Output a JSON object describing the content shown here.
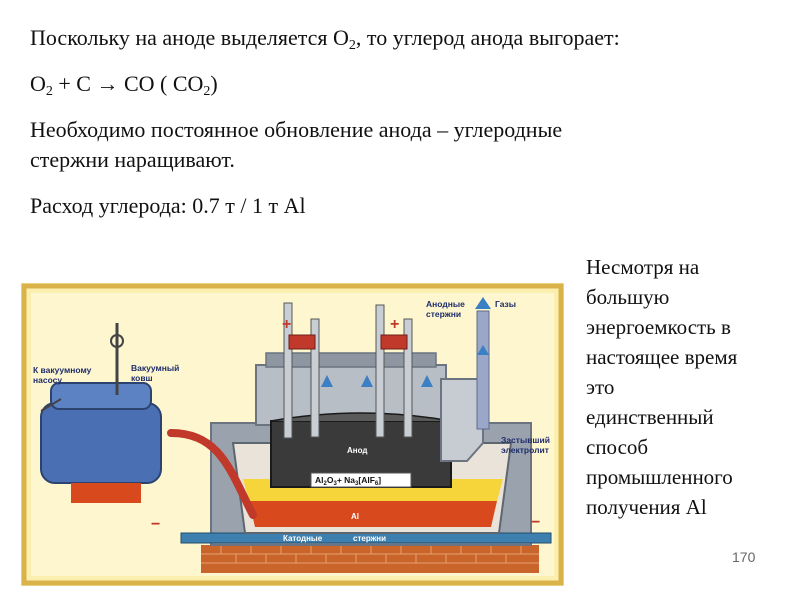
{
  "text": {
    "line1": {
      "a": "Поскольку на аноде выделяется O",
      "sub": "2",
      "b": ", то углерод анода выгорает:"
    },
    "line2": {
      "a": "O",
      "sub1": "2",
      "b": " + C → CO ( CO",
      "sub2": "2",
      "c": ")"
    },
    "line3": "Необходимо постоянное обновление анода – углеродные",
    "line4": "стержни наращивают.",
    "line5": "Расход углерода: 0.7 т / 1 т Al"
  },
  "side_text": [
    "Несмотря на",
    "большую",
    "энергоемкость в",
    "настоящее время",
    "это",
    "единственный",
    "способ",
    "промышленного",
    "получения Al"
  ],
  "page_number": "170",
  "figure": {
    "labels": {
      "vacuum_pump_1": "К вакуумному",
      "vacuum_pump_2": "насосу",
      "vacuum_ladle_1": "Вакуумный",
      "vacuum_ladle_2": "ковш",
      "anode_rods_1": "Анодные",
      "anode_rods_2": "стержни",
      "gases": "Газы",
      "frozen_electrolyte_1": "Застывший",
      "frozen_electrolyte_2": "электролит",
      "anode": "Анод",
      "electrolyte_a": "Al",
      "electrolyte_s1": "2",
      "electrolyte_b": "O",
      "electrolyte_s2": "3",
      "electrolyte_c": "+ Na",
      "electrolyte_s3": "3",
      "electrolyte_d": "[AlF",
      "electrolyte_s4": "6",
      "electrolyte_e": "]",
      "aluminum": "Al",
      "cathode_1": "Катодные",
      "cathode_2": "стержни",
      "plus": "+",
      "minus": "−"
    },
    "colors": {
      "background": "#fbefb0",
      "frame": "#d9b34a",
      "steel": "#9aa3ad",
      "anode": "#3a3a3a",
      "aluminum": "#d84a1e",
      "bath": "#f6d53a",
      "brick": "#c9642a",
      "pipe": "#9aa7c8",
      "ladle": "#4a6fb3"
    }
  }
}
